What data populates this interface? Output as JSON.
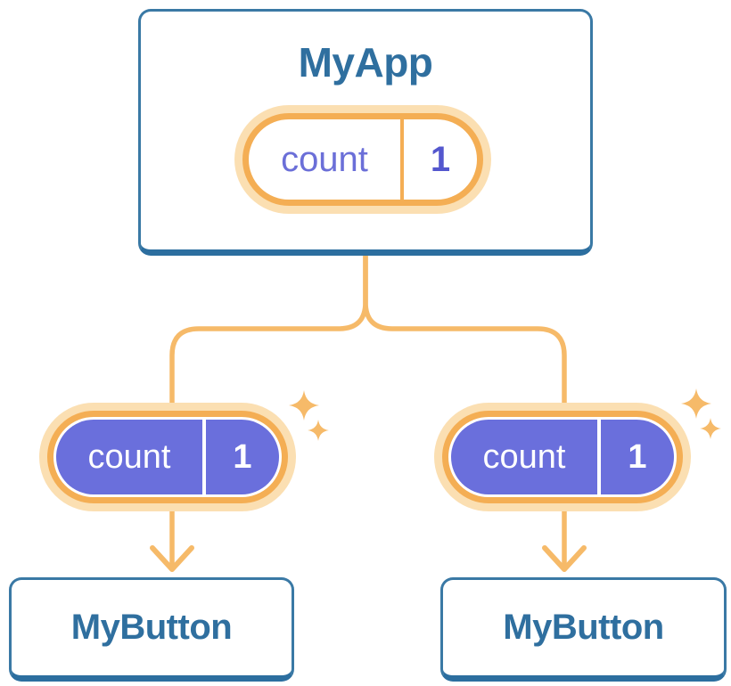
{
  "diagram": {
    "root": {
      "title": "MyApp",
      "state": {
        "label": "count",
        "value": "1"
      }
    },
    "children": [
      {
        "title": "MyButton",
        "prop": {
          "label": "count",
          "value": "1"
        }
      },
      {
        "title": "MyButton",
        "prop": {
          "label": "count",
          "value": "1"
        }
      }
    ]
  },
  "icons": {
    "sparkle": "sparkle-icon (four-point star, orange)"
  },
  "colors": {
    "card-border": "#3A79A5",
    "card-border-bottom": "#2C6E9F",
    "title-blue": "#2F6F9F",
    "orange": "#F4AE54",
    "orange-line": "#F6BA69",
    "glow": "#FBDFB2",
    "purple": "#6A6FDC",
    "purple-text": "#6B6FD8",
    "purple-value": "#5457CE",
    "canvas-bg": "#FFFFFF"
  }
}
